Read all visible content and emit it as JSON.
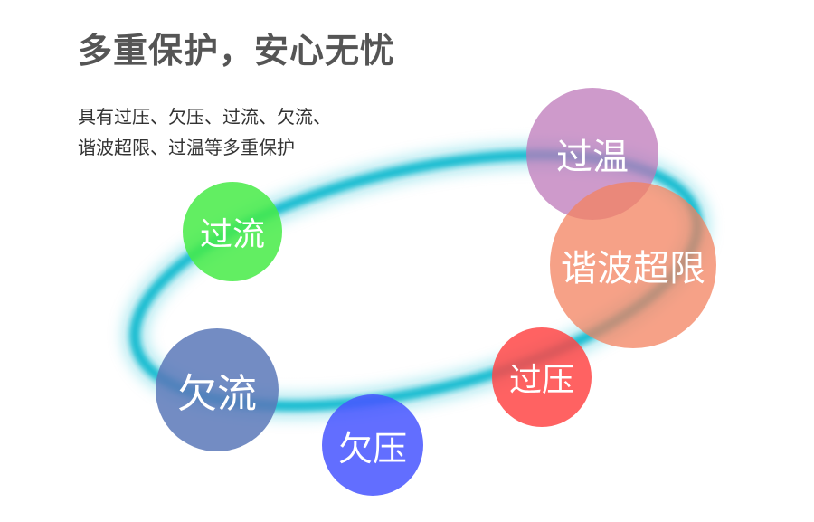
{
  "headline": "多重保护，安心无忧",
  "description": {
    "line1": "具有过压、欠压、过流、欠流、",
    "line2": "谐波超限、过温等多重保护"
  },
  "bubbles": {
    "guoliu": {
      "label": "过流",
      "color": "#55ee55"
    },
    "qianliu": {
      "label": "欠流",
      "color": "#6b8ac4"
    },
    "qianya": {
      "label": "欠压",
      "color": "#5566ff"
    },
    "guoya": {
      "label": "过压",
      "color": "#ff5a5a"
    },
    "guowen": {
      "label": "过温",
      "color": "#c88cc4"
    },
    "xiebo": {
      "label": "谐波超限",
      "color": "#f59070"
    }
  },
  "ring_color": "#19bcd0"
}
